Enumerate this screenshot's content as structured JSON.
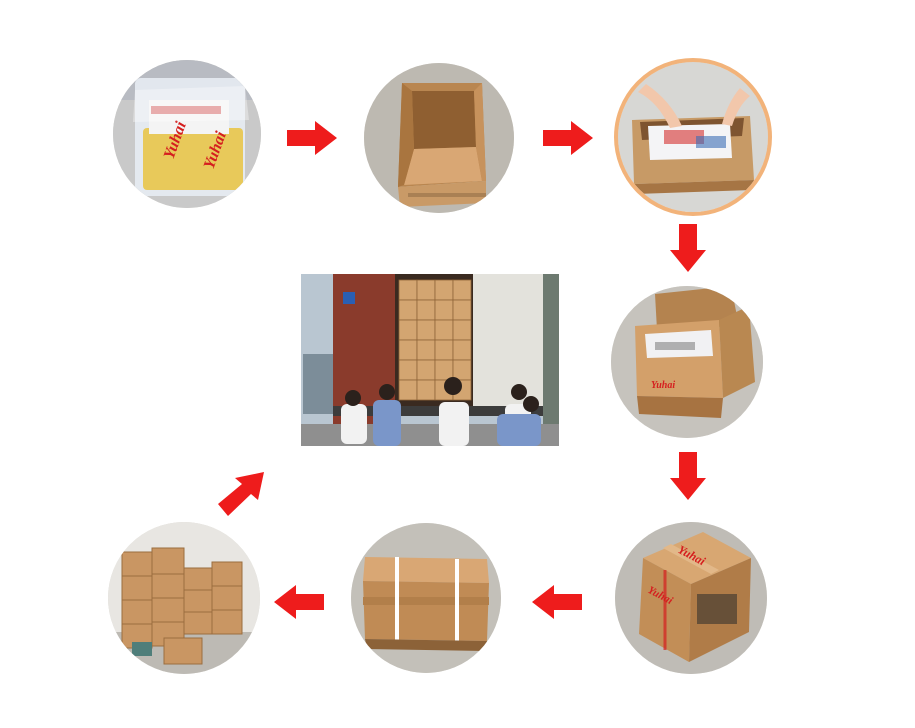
{
  "diagram": {
    "colors": {
      "arrow": "#ee1c1c",
      "highlight_ring": "#f2b37a",
      "cardboard": "#c8955e",
      "cardboard_dark": "#a8733f",
      "tape_print": "#d51f1f",
      "container_red": "#8a3b2c"
    },
    "steps": [
      {
        "id": "product-bag",
        "content": "bagged product"
      },
      {
        "id": "empty-carton",
        "content": "open empty carton"
      },
      {
        "id": "packing-carton",
        "content": "hands packing carton",
        "highlighted": true
      },
      {
        "id": "filled-carton",
        "content": "filled carton"
      },
      {
        "id": "taped-carton",
        "content": "taped carton"
      },
      {
        "id": "strapped-carton",
        "content": "strapped carton"
      },
      {
        "id": "stacked-cartons",
        "content": "stacked cartons in warehouse"
      },
      {
        "id": "container-loading",
        "content": "loading shipping container"
      }
    ],
    "flow_arrows": [
      {
        "from": "product-bag",
        "to": "empty-carton",
        "direction": "right"
      },
      {
        "from": "empty-carton",
        "to": "packing-carton",
        "direction": "right"
      },
      {
        "from": "packing-carton",
        "to": "filled-carton",
        "direction": "down"
      },
      {
        "from": "filled-carton",
        "to": "taped-carton",
        "direction": "down"
      },
      {
        "from": "taped-carton",
        "to": "strapped-carton",
        "direction": "left"
      },
      {
        "from": "strapped-carton",
        "to": "stacked-cartons",
        "direction": "left"
      },
      {
        "from": "stacked-cartons",
        "to": "container-loading",
        "direction": "up-right"
      }
    ],
    "tape_brand_text": "Yuhai"
  }
}
